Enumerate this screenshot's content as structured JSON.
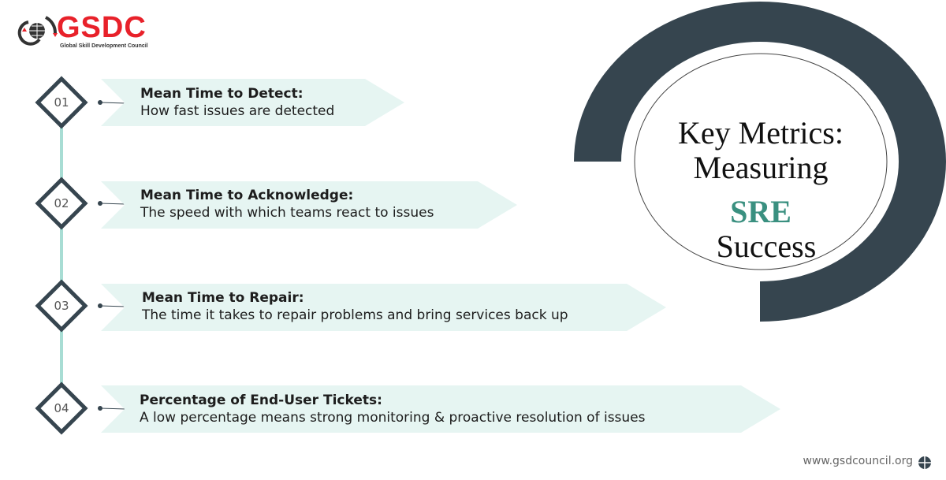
{
  "logo": {
    "name": "GSDC",
    "subtitle": "Global Skill Development Council"
  },
  "center": {
    "line1": "Key Metrics:",
    "line2": "Measuring",
    "highlight": "SRE",
    "line4": "Success"
  },
  "metrics": [
    {
      "number": "01",
      "title": "Mean Time to Detect:",
      "description": "How fast issues are detected"
    },
    {
      "number": "02",
      "title": "Mean Time to Acknowledge:",
      "description": "The speed with which teams react to issues"
    },
    {
      "number": "03",
      "title": "Mean Time to Repair:",
      "description": "The time it takes to repair problems and bring services back up"
    },
    {
      "number": "04",
      "title": "Percentage of End-User Tickets:",
      "description": "A low percentage means strong monitoring & proactive resolution of issues"
    }
  ],
  "footer": {
    "url": "www.gsdcouncil.org"
  },
  "colors": {
    "dark": "#36454f",
    "teal": "#3a9080",
    "banner": "#e6f5f2",
    "brand": "#e8212a"
  }
}
